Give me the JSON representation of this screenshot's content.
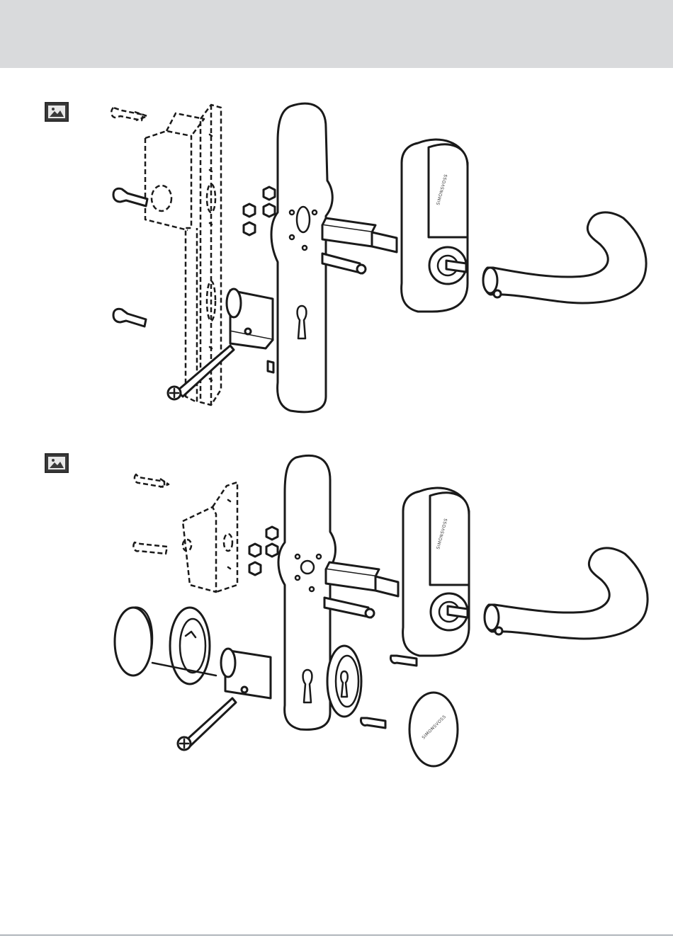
{
  "header": {
    "band_color": "#d9dadc"
  },
  "figures": [
    {
      "id": "figure-1",
      "icon": "image-icon",
      "brand_marks": [
        "SIMONSVOSS"
      ]
    },
    {
      "id": "figure-2",
      "icon": "image-icon",
      "brand_marks": [
        "SIMONSVOSS",
        "SIMONSVOSS"
      ]
    }
  ],
  "footer": {
    "rule_color": "#6b7480"
  }
}
